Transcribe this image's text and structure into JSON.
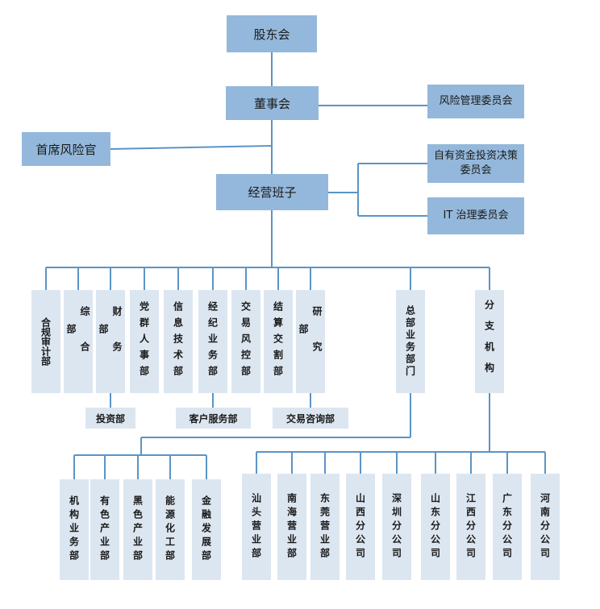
{
  "top": {
    "shareholders": "股东会",
    "board": "董事会",
    "risk_committee": "风险管理委员会",
    "cro": "首席风险官",
    "management": "经营班子",
    "fund_committee": "自有资金投资决策委员会",
    "it_committee": "IT 治理委员会"
  },
  "departments": [
    "合规审计部",
    "综合部",
    "财务部",
    "党群人事部",
    "信息技术部",
    "经纪业务部",
    "交易风控部",
    "结算交割部",
    "研究部",
    "总部业务部门",
    "分支机构"
  ],
  "sub_departments": {
    "investment": "投资部",
    "customer_service": "客户服务部",
    "trading_consult": "交易咨询部"
  },
  "hq_business": [
    "机构业务部",
    "有色产业部",
    "黑色产业部",
    "能源化工部",
    "金融发展部"
  ],
  "branches": [
    "汕头营业部",
    "南海营业部",
    "东莞营业部",
    "山西分公司",
    "深圳分公司",
    "山东分公司",
    "江西分公司",
    "广东分公司",
    "河南分公司"
  ]
}
